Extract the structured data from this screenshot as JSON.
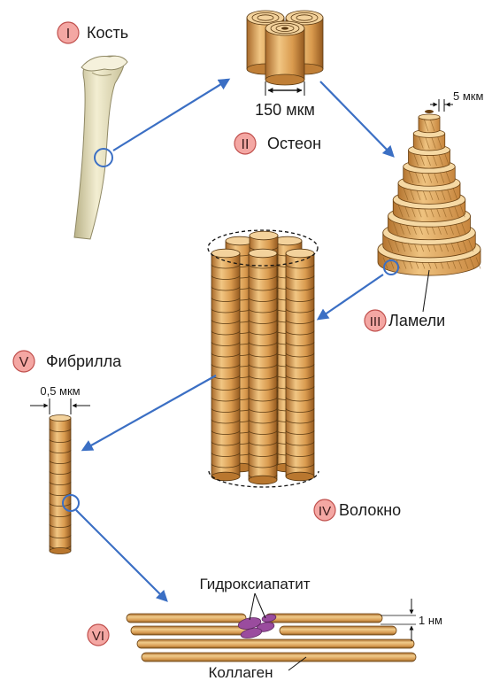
{
  "colors": {
    "arrow": "#3b6fc4",
    "badge_fill": "#f4a7a3",
    "badge_stroke": "#c0504d",
    "collagen": "#d9a055",
    "collagen_dark": "#8a5a1e",
    "collagen_light": "#f1cc8c",
    "hydroxyapatite": "#9a4c9e",
    "bone": "#ece6c4",
    "bone_shadow": "#a9a27a"
  },
  "stages": [
    {
      "numeral": "I",
      "label": "Кость"
    },
    {
      "numeral": "II",
      "label": "Остеон"
    },
    {
      "numeral": "III",
      "label": "Ламели"
    },
    {
      "numeral": "IV",
      "label": "Волокно"
    },
    {
      "numeral": "V",
      "label": "Фибрилла"
    },
    {
      "numeral": "VI",
      "label": ""
    }
  ],
  "dimensions": {
    "osteon": "150 мкм",
    "lamella": "5 мкм",
    "fibril": "0,5 мкм",
    "collagen": "1 нм"
  },
  "components": {
    "hydroxyapatite": "Гидроксиапатит",
    "collagen": "Коллаген"
  }
}
